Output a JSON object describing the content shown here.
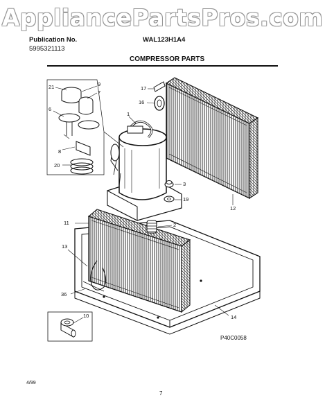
{
  "watermark": "AppliancePartsPros.com",
  "header": {
    "publication_label": "Publication No.",
    "publication_number": "5995321113",
    "model": "WAL123H1A4",
    "section_title": "COMPRESSOR PARTS"
  },
  "callouts": [
    "21",
    "9",
    "7",
    "6",
    "8",
    "20",
    "1",
    "17",
    "16",
    "3",
    "19",
    "12",
    "11",
    "2",
    "13",
    "36",
    "10",
    "14"
  ],
  "diagram_code": "P40C0058",
  "footer": {
    "date": "4/99",
    "page_number": "7"
  }
}
